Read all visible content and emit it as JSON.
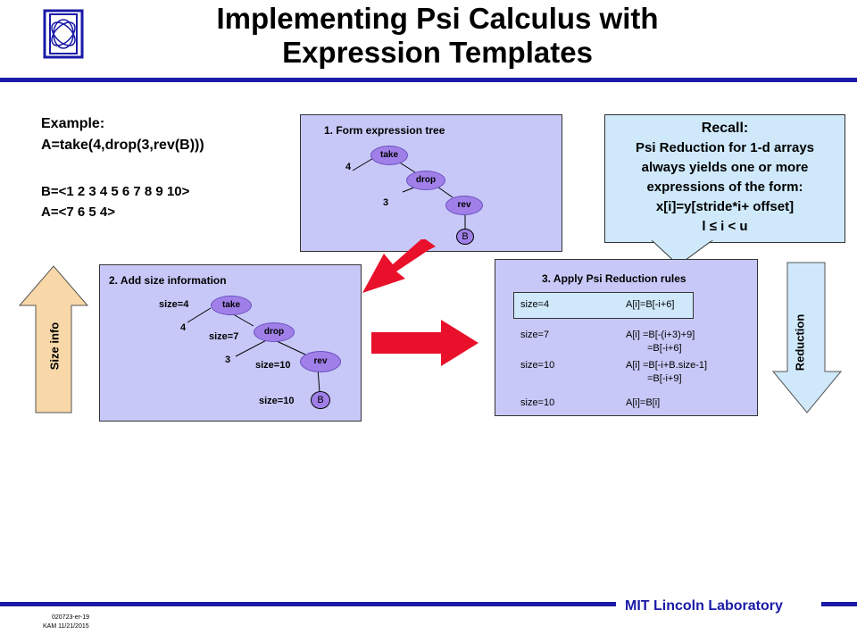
{
  "header": {
    "title_line1": "Implementing Psi Calculus with",
    "title_line2": "Expression Templates"
  },
  "example": {
    "label": "Example:",
    "expr": "A=take(4,drop(3,rev(B)))",
    "b_value": "B=<1 2 3 4 5 6 7 8 9 10>",
    "a_value": "A=<7 6 5 4>"
  },
  "panel1": {
    "label": "1. Form expression tree",
    "take": "take",
    "drop": "drop",
    "rev": "rev",
    "b": "B",
    "arg4": "4",
    "arg3": "3"
  },
  "recall": {
    "line1": "Recall:",
    "line2": "Psi Reduction for 1-d arrays",
    "line3": "always yields one or more",
    "line4": "expressions of the form:",
    "line5": "x[i]=y[stride*i+ offset]",
    "line6": "l ≤ i < u"
  },
  "panel2": {
    "label": "2. Add size information",
    "take": "take",
    "drop": "drop",
    "rev": "rev",
    "b": "B",
    "arg4": "4",
    "arg3": "3",
    "size_take": "size=4",
    "size_drop": "size=7",
    "size_rev": "size=10",
    "size_b": "size=10"
  },
  "panel3": {
    "label": "3. Apply Psi Reduction rules",
    "rows": [
      {
        "size": "size=4",
        "expr1": "A[i]=B[-i+6]",
        "expr2": ""
      },
      {
        "size": "size=7",
        "expr1": "A[i] =B[-(i+3)+9]",
        "expr2": "=B[-i+6]"
      },
      {
        "size": "size=10",
        "expr1": "A[i] =B[-i+B.size-1]",
        "expr2": "=B[-i+9]"
      },
      {
        "size": "size=10",
        "expr1": "A[i]=B[i]",
        "expr2": ""
      }
    ]
  },
  "side": {
    "size_info": "Size info",
    "reduction": "Reduction"
  },
  "footer": {
    "lab": "MIT Lincoln Laboratory",
    "code": "020723-er-19",
    "kam": "KAM 11/21/2015"
  },
  "colors": {
    "rule": "#1a1aa8",
    "panel": "#c8c8f8",
    "node": "#a080e8",
    "recall": "#cfe9fb",
    "arrow_red": "#e8102a",
    "size_arrow": "#f8d8a8",
    "reduction_arrow": "#cfe9fb"
  }
}
